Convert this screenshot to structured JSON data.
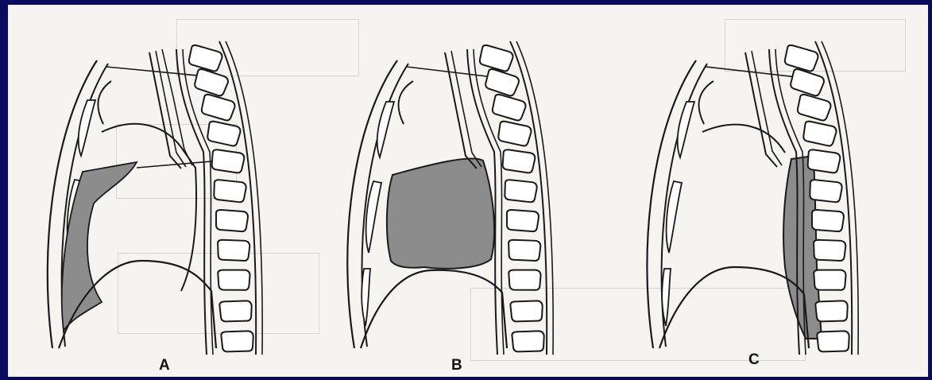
{
  "panels": [
    {
      "id": "A",
      "label": "A"
    },
    {
      "id": "B",
      "label": "B"
    },
    {
      "id": "C",
      "label": "C"
    }
  ],
  "colors": {
    "background": "#0a0a5e",
    "paper": "#f6f4f0",
    "line": "#1a1a1a",
    "shade": "#8c8c8c"
  }
}
